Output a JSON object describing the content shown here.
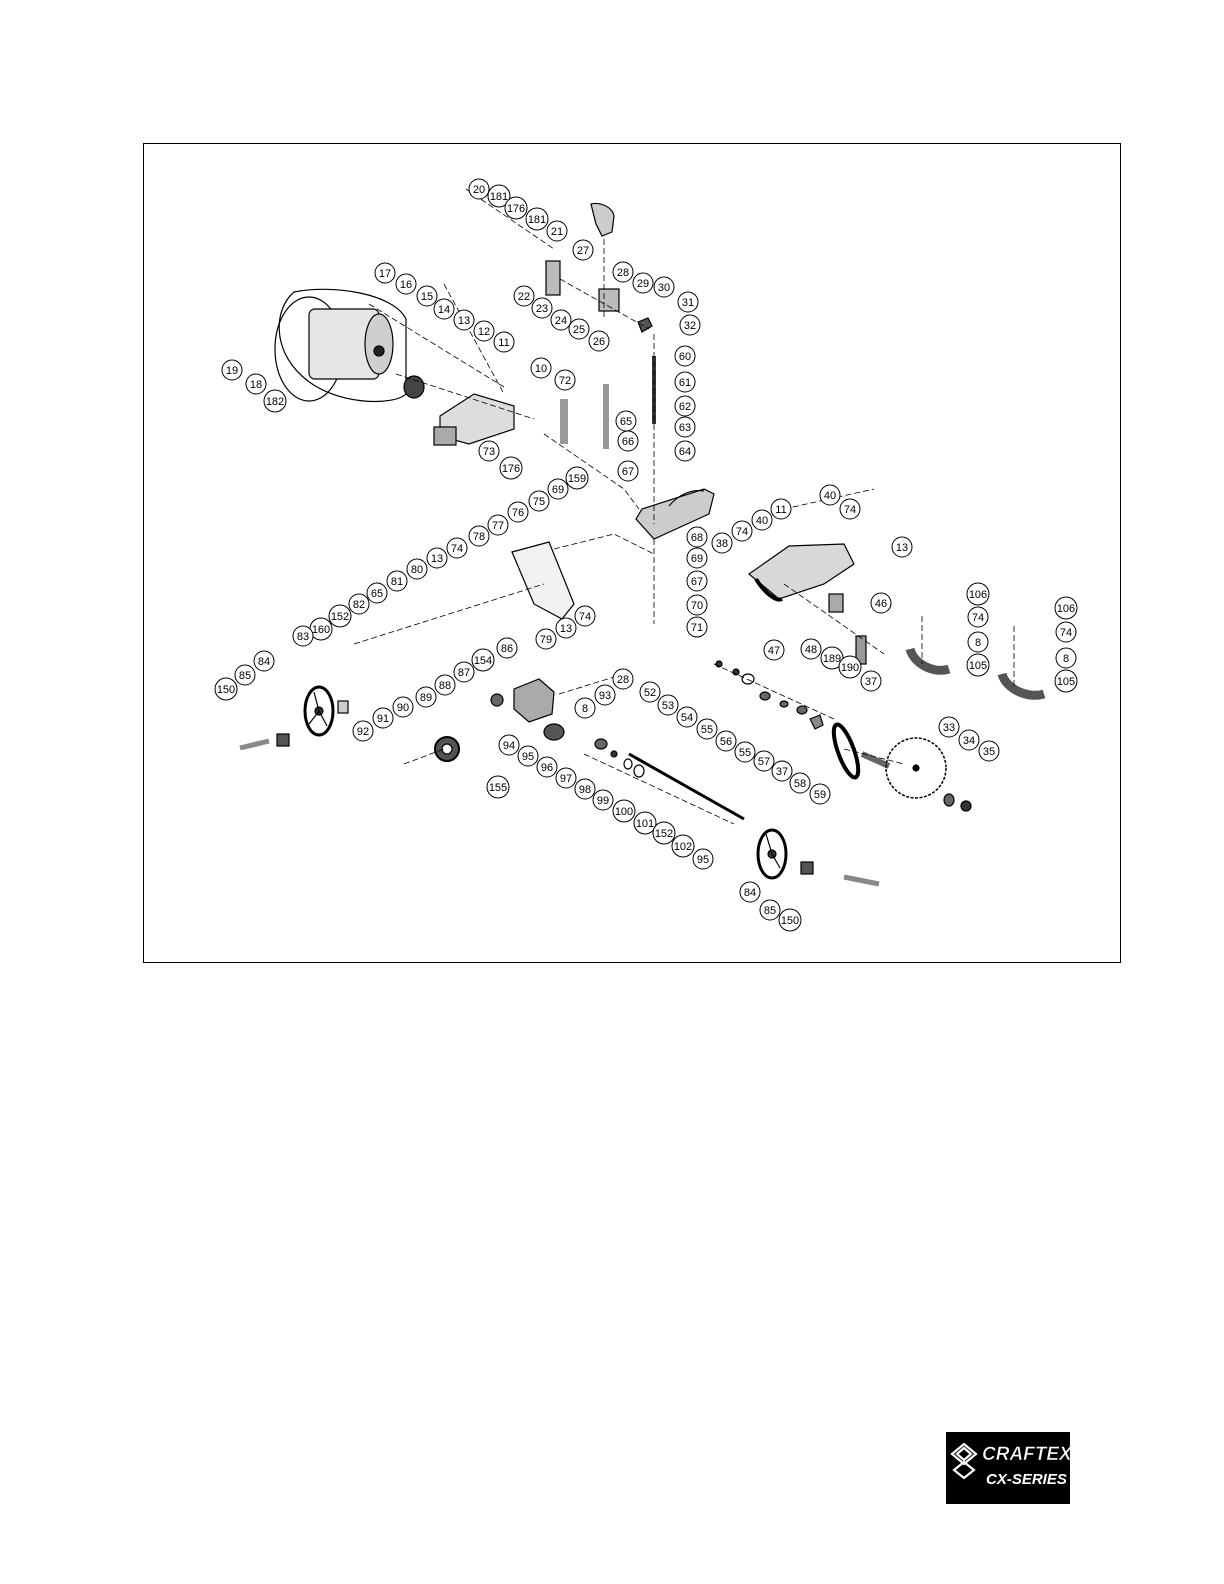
{
  "diagram": {
    "callouts": [
      {
        "id": "c1",
        "label": "20"
      },
      {
        "id": "c2",
        "label": "181"
      },
      {
        "id": "c3",
        "label": "176"
      },
      {
        "id": "c4",
        "label": "181"
      },
      {
        "id": "c5",
        "label": "21"
      },
      {
        "id": "c6",
        "label": "27"
      },
      {
        "id": "c7",
        "label": "17"
      },
      {
        "id": "c8",
        "label": "16"
      },
      {
        "id": "c9",
        "label": "15"
      },
      {
        "id": "c10",
        "label": "14"
      },
      {
        "id": "c11",
        "label": "13"
      },
      {
        "id": "c12",
        "label": "12"
      },
      {
        "id": "c13",
        "label": "11"
      },
      {
        "id": "c14",
        "label": "10"
      },
      {
        "id": "c15",
        "label": "19"
      },
      {
        "id": "c16",
        "label": "18"
      },
      {
        "id": "c17",
        "label": "182"
      },
      {
        "id": "c18",
        "label": "22"
      },
      {
        "id": "c19",
        "label": "23"
      },
      {
        "id": "c20",
        "label": "24"
      },
      {
        "id": "c21",
        "label": "25"
      },
      {
        "id": "c22",
        "label": "26"
      },
      {
        "id": "c23",
        "label": "28"
      },
      {
        "id": "c24",
        "label": "29"
      },
      {
        "id": "c25",
        "label": "30"
      },
      {
        "id": "c26",
        "label": "31"
      },
      {
        "id": "c27",
        "label": "32"
      },
      {
        "id": "c28",
        "label": "60"
      },
      {
        "id": "c29",
        "label": "61"
      },
      {
        "id": "c30",
        "label": "62"
      },
      {
        "id": "c31",
        "label": "63"
      },
      {
        "id": "c32",
        "label": "64"
      },
      {
        "id": "c33",
        "label": "65"
      },
      {
        "id": "c34",
        "label": "66"
      },
      {
        "id": "c35",
        "label": "67"
      },
      {
        "id": "c36",
        "label": "72"
      },
      {
        "id": "c37",
        "label": "73"
      },
      {
        "id": "c38",
        "label": "176"
      },
      {
        "id": "c39",
        "label": "159"
      },
      {
        "id": "c40",
        "label": "69"
      },
      {
        "id": "c41",
        "label": "75"
      },
      {
        "id": "c42",
        "label": "76"
      },
      {
        "id": "c43",
        "label": "77"
      },
      {
        "id": "c44",
        "label": "78"
      },
      {
        "id": "c45",
        "label": "68"
      },
      {
        "id": "c46",
        "label": "69"
      },
      {
        "id": "c47",
        "label": "67"
      },
      {
        "id": "c48",
        "label": "70"
      },
      {
        "id": "c49",
        "label": "71"
      },
      {
        "id": "c50",
        "label": "74"
      },
      {
        "id": "c51",
        "label": "13"
      },
      {
        "id": "c52",
        "label": "80"
      },
      {
        "id": "c53",
        "label": "81"
      },
      {
        "id": "c54",
        "label": "65"
      },
      {
        "id": "c55",
        "label": "82"
      },
      {
        "id": "c56",
        "label": "152"
      },
      {
        "id": "c57",
        "label": "160"
      },
      {
        "id": "c58",
        "label": "83"
      },
      {
        "id": "c59",
        "label": "84"
      },
      {
        "id": "c60",
        "label": "85"
      },
      {
        "id": "c61",
        "label": "150"
      },
      {
        "id": "c62",
        "label": "79"
      },
      {
        "id": "c63",
        "label": "13"
      },
      {
        "id": "c64",
        "label": "74"
      },
      {
        "id": "c65",
        "label": "40"
      },
      {
        "id": "c66",
        "label": "11"
      },
      {
        "id": "c67",
        "label": "40"
      },
      {
        "id": "c68",
        "label": "74"
      },
      {
        "id": "c69",
        "label": "74"
      },
      {
        "id": "c70",
        "label": "38"
      },
      {
        "id": "c71",
        "label": "13"
      },
      {
        "id": "c72",
        "label": "46"
      },
      {
        "id": "c73",
        "label": "47"
      },
      {
        "id": "c74",
        "label": "48"
      },
      {
        "id": "c75",
        "label": "189"
      },
      {
        "id": "c76",
        "label": "190"
      },
      {
        "id": "c77",
        "label": "37"
      },
      {
        "id": "c78",
        "label": "106"
      },
      {
        "id": "c79",
        "label": "74"
      },
      {
        "id": "c80",
        "label": "8"
      },
      {
        "id": "c81",
        "label": "105"
      },
      {
        "id": "c82",
        "label": "106"
      },
      {
        "id": "c83",
        "label": "74"
      },
      {
        "id": "c84",
        "label": "8"
      },
      {
        "id": "c85",
        "label": "105"
      },
      {
        "id": "c86",
        "label": "86"
      },
      {
        "id": "c87",
        "label": "154"
      },
      {
        "id": "c88",
        "label": "28"
      },
      {
        "id": "c89",
        "label": "93"
      },
      {
        "id": "c90",
        "label": "8"
      },
      {
        "id": "c91",
        "label": "87"
      },
      {
        "id": "c92",
        "label": "88"
      },
      {
        "id": "c93",
        "label": "89"
      },
      {
        "id": "c94",
        "label": "90"
      },
      {
        "id": "c95",
        "label": "91"
      },
      {
        "id": "c96",
        "label": "92"
      },
      {
        "id": "c97",
        "label": "155"
      },
      {
        "id": "c98",
        "label": "94"
      },
      {
        "id": "c99",
        "label": "95"
      },
      {
        "id": "c100",
        "label": "96"
      },
      {
        "id": "c101",
        "label": "97"
      },
      {
        "id": "c102",
        "label": "98"
      },
      {
        "id": "c103",
        "label": "99"
      },
      {
        "id": "c104",
        "label": "100"
      },
      {
        "id": "c105",
        "label": "101"
      },
      {
        "id": "c106",
        "label": "152"
      },
      {
        "id": "c107",
        "label": "102"
      },
      {
        "id": "c108",
        "label": "95"
      },
      {
        "id": "c109",
        "label": "84"
      },
      {
        "id": "c110",
        "label": "85"
      },
      {
        "id": "c111",
        "label": "150"
      },
      {
        "id": "c112",
        "label": "52"
      },
      {
        "id": "c113",
        "label": "53"
      },
      {
        "id": "c114",
        "label": "54"
      },
      {
        "id": "c115",
        "label": "55"
      },
      {
        "id": "c116",
        "label": "56"
      },
      {
        "id": "c117",
        "label": "55"
      },
      {
        "id": "c118",
        "label": "57"
      },
      {
        "id": "c119",
        "label": "37"
      },
      {
        "id": "c120",
        "label": "58"
      },
      {
        "id": "c121",
        "label": "59"
      },
      {
        "id": "c122",
        "label": "33"
      },
      {
        "id": "c123",
        "label": "34"
      },
      {
        "id": "c124",
        "label": "35"
      }
    ]
  },
  "logo": {
    "line1": "CRAFTEX",
    "line2": "CX-SERIES"
  }
}
